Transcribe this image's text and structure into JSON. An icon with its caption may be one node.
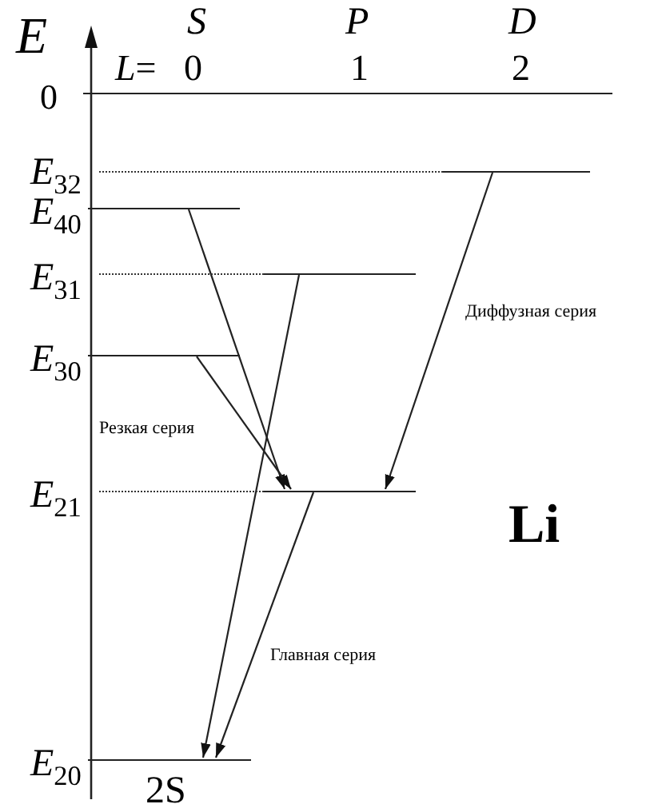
{
  "diagram": {
    "nodes": [
      {
        "text": [],
        "shape": "bar",
        "beside": [
          "0"
        ]
      },
      {
        "text": [],
        "shape": "bar",
        "beside": [
          "E$_{32}$"
        ]
      },
      {
        "text": [],
        "shape": "bar",
        "beside": [
          "E$_{40}$"
        ]
      },
      {
        "text": [],
        "shape": "bar",
        "beside": [
          "E$_{31}$"
        ]
      },
      {
        "text": [],
        "shape": "bar",
        "beside": [
          "E$_{30}$"
        ]
      },
      {
        "text": [],
        "shape": "bar",
        "beside": [
          "E$_{21}$"
        ]
      },
      {
        "text": [],
        "shape": "bar",
        "beside": [
          "E$_{20}$",
          "2S"
        ]
      }
    ],
    "edges": [
      {
        "from": 2,
        "to": 5,
        "arrow": "to"
      },
      {
        "from": 4,
        "to": 5,
        "arrow": "to"
      },
      {
        "from": 1,
        "to": 5,
        "arrow": "to"
      },
      {
        "from": 3,
        "to": 6,
        "arrow": "to"
      },
      {
        "from": 5,
        "to": 6,
        "arrow": "to"
      }
    ],
    "labels": [
      "E",
      "S",
      "P",
      "D",
      "*L*=",
      "0",
      "1",
      "2",
      "Диффузная серия",
      "Резкая серия",
      "Li",
      "Главная серия"
    ]
  }
}
